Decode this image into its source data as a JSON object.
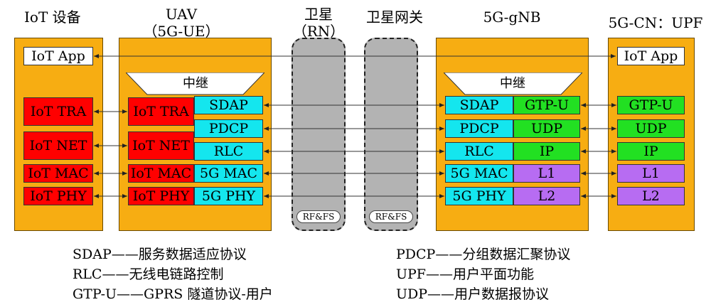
{
  "titles": {
    "iot": "IoT 设备",
    "uav": "UAV",
    "uav_sub": "（5G-UE）",
    "satellite": "卫星",
    "satellite_sub": "（RN）",
    "gateway": "卫星网关",
    "gnb": "5G-gNB",
    "cn": "5G-CN：UPF"
  },
  "iot": {
    "app": "IoT App",
    "tra": "IoT TRA",
    "net": "IoT NET",
    "mac": "IoT MAC",
    "phy": "IoT PHY"
  },
  "uav": {
    "relay": "中继",
    "tra": "IoT TRA",
    "net": "IoT NET",
    "mac": "IoT MAC",
    "phy": "IoT PHY",
    "sdap": "SDAP",
    "pdcp": "PDCP",
    "rlc": "RLC",
    "mac5g": "5G MAC",
    "phy5g": "5G PHY"
  },
  "satellite": {
    "rf": "RF&FS"
  },
  "gateway": {
    "rf": "RF&FS"
  },
  "gnb": {
    "relay": "中继",
    "sdap": "SDAP",
    "pdcp": "PDCP",
    "rlc": "RLC",
    "mac5g": "5G MAC",
    "phy5g": "5G PHY",
    "gtpu": "GTP-U",
    "udp": "UDP",
    "ip": "IP",
    "l1": "L1",
    "l2": "L2"
  },
  "cn": {
    "app": "IoT App",
    "gtpu": "GTP-U",
    "udp": "UDP",
    "ip": "IP",
    "l1": "L1",
    "l2": "L2"
  },
  "legend": {
    "sdap": "SDAP——服务数据适应协议",
    "rlc": "RLC——无线电链路控制",
    "gtpu": "GTP-U——GPRS 隧道协议-用户",
    "pdcp": "PDCP——分组数据汇聚协议",
    "upf": "UPF——用户平面功能",
    "udp": "UDP——用户数据报协议"
  },
  "colors": {
    "column": "#f7ad12",
    "iot_layer": "#ff0000",
    "radio_layer": "#14e6ee",
    "transport_layer": "#22e022",
    "link_layer": "#b76cf2",
    "satellite": "#b3b3b3"
  }
}
